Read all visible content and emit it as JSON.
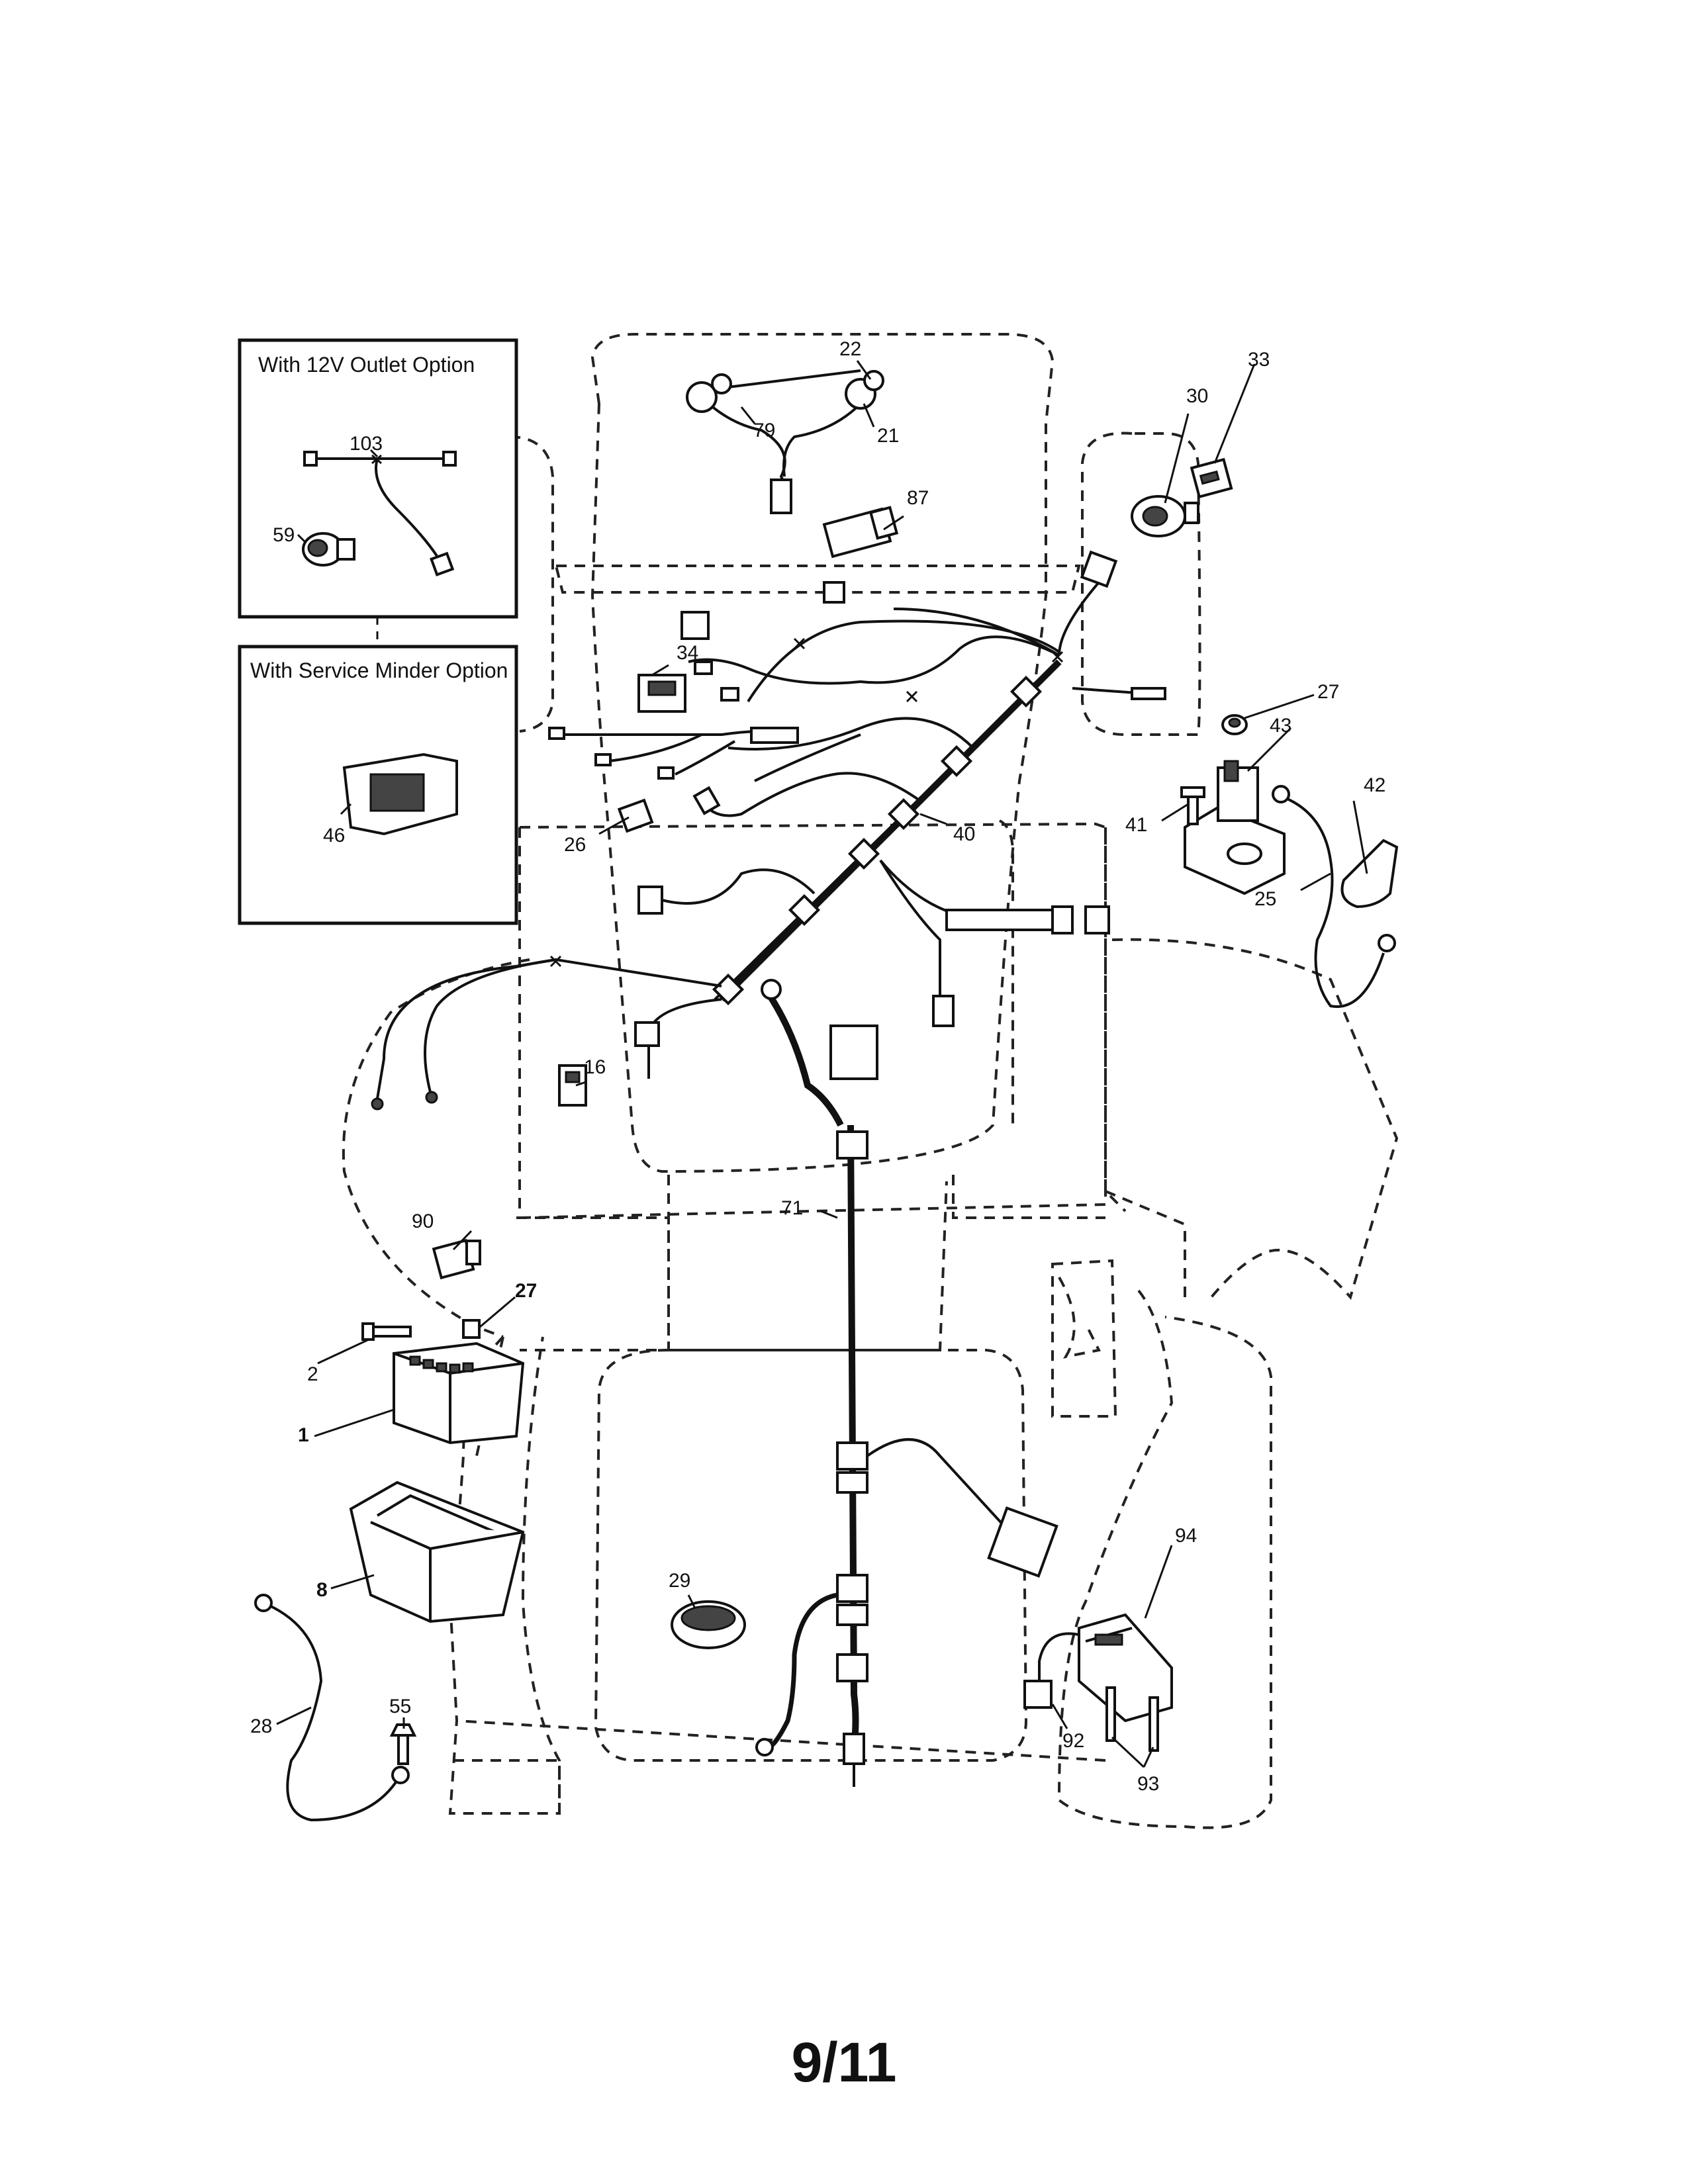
{
  "option_boxes": {
    "outlet_12v": {
      "title": "With 12V Outlet Option"
    },
    "service_minder": {
      "title": "With Service Minder Option"
    }
  },
  "callouts": {
    "c1": "1",
    "c2": "2",
    "c8": "8",
    "c16": "16",
    "c21": "21",
    "c22": "22",
    "c25": "25",
    "c26": "26",
    "c27a": "27",
    "c27b": "27",
    "c28": "28",
    "c29": "29",
    "c30": "30",
    "c33": "33",
    "c34": "34",
    "c40": "40",
    "c41": "41",
    "c42": "42",
    "c43": "43",
    "c46": "46",
    "c55": "55",
    "c59": "59",
    "c71": "71",
    "c79": "79",
    "c87": "87",
    "c90": "90",
    "c92": "92",
    "c93": "93",
    "c94": "94",
    "c103": "103"
  },
  "page_number": "9/11"
}
